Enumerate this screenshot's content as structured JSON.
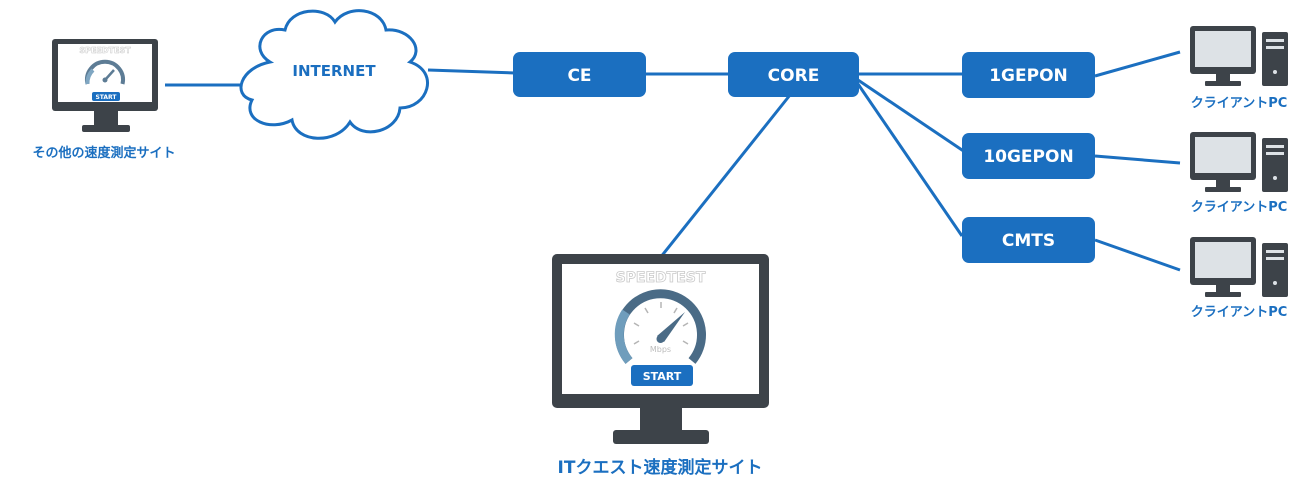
{
  "nodes": {
    "internet": "INTERNET",
    "ce": "CE",
    "core": "CORE",
    "gepon_1g": "1GEPON",
    "gepon_10g": "10GEPON",
    "cmts": "CMTS"
  },
  "captions": {
    "other_site": "その他の速度測定サイト",
    "itquest_site": "ITクエスト速度測定サイト",
    "client_pc_1": "クライアントPC",
    "client_pc_2": "クライアントPC",
    "client_pc_3": "クライアントPC"
  },
  "speedtest_screen": {
    "brand": "SPEEDTEST",
    "unit": "Mbps",
    "start_button": "START"
  },
  "small_speedtest_screen": {
    "brand": "SPEEDTEST",
    "start_button": "START"
  },
  "colors": {
    "node_fill": "#1b6fc0",
    "link": "#1b6fc0",
    "caption": "#1b6fc0",
    "monitor_frame": "#3d4349",
    "cloud_stroke": "#1b6fc0"
  },
  "icons": {
    "internet_cloud": "cloud-icon",
    "monitor": "monitor-icon",
    "desktop_pc": "desktop-pc-icon",
    "speedometer": "speedometer-icon"
  }
}
